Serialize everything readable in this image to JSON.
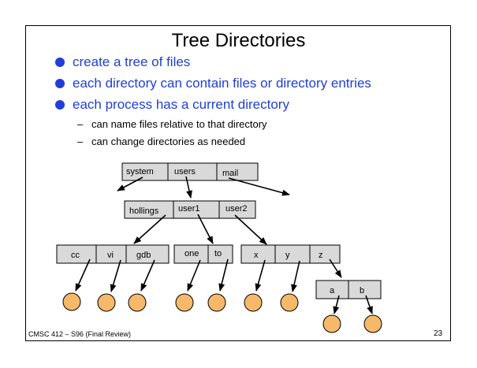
{
  "title": "Tree Directories",
  "bullets": [
    "create a tree of files",
    "each directory can contain files or directory entries",
    "each process has a current directory"
  ],
  "sub_bullets": [
    "can name files relative to that directory",
    "can change directories as needed"
  ],
  "sub_dash": "–",
  "tree": {
    "root": [
      "system",
      "users",
      "mail"
    ],
    "users_dir": [
      "hollings",
      "user1",
      "user2"
    ],
    "hollings_dir": [
      "cc",
      "vi",
      "gdb"
    ],
    "user1_dir": [
      "one",
      "to"
    ],
    "user2_dir": [
      "x",
      "y",
      "z"
    ],
    "z_dir": [
      "a",
      "b"
    ]
  },
  "colors": {
    "bullet": "#1f3fd6",
    "cell": "#d9d9d9",
    "file": "#f6b96a"
  },
  "footer": "CMSC 412 – S96 (Final Review)",
  "page_number": "23"
}
